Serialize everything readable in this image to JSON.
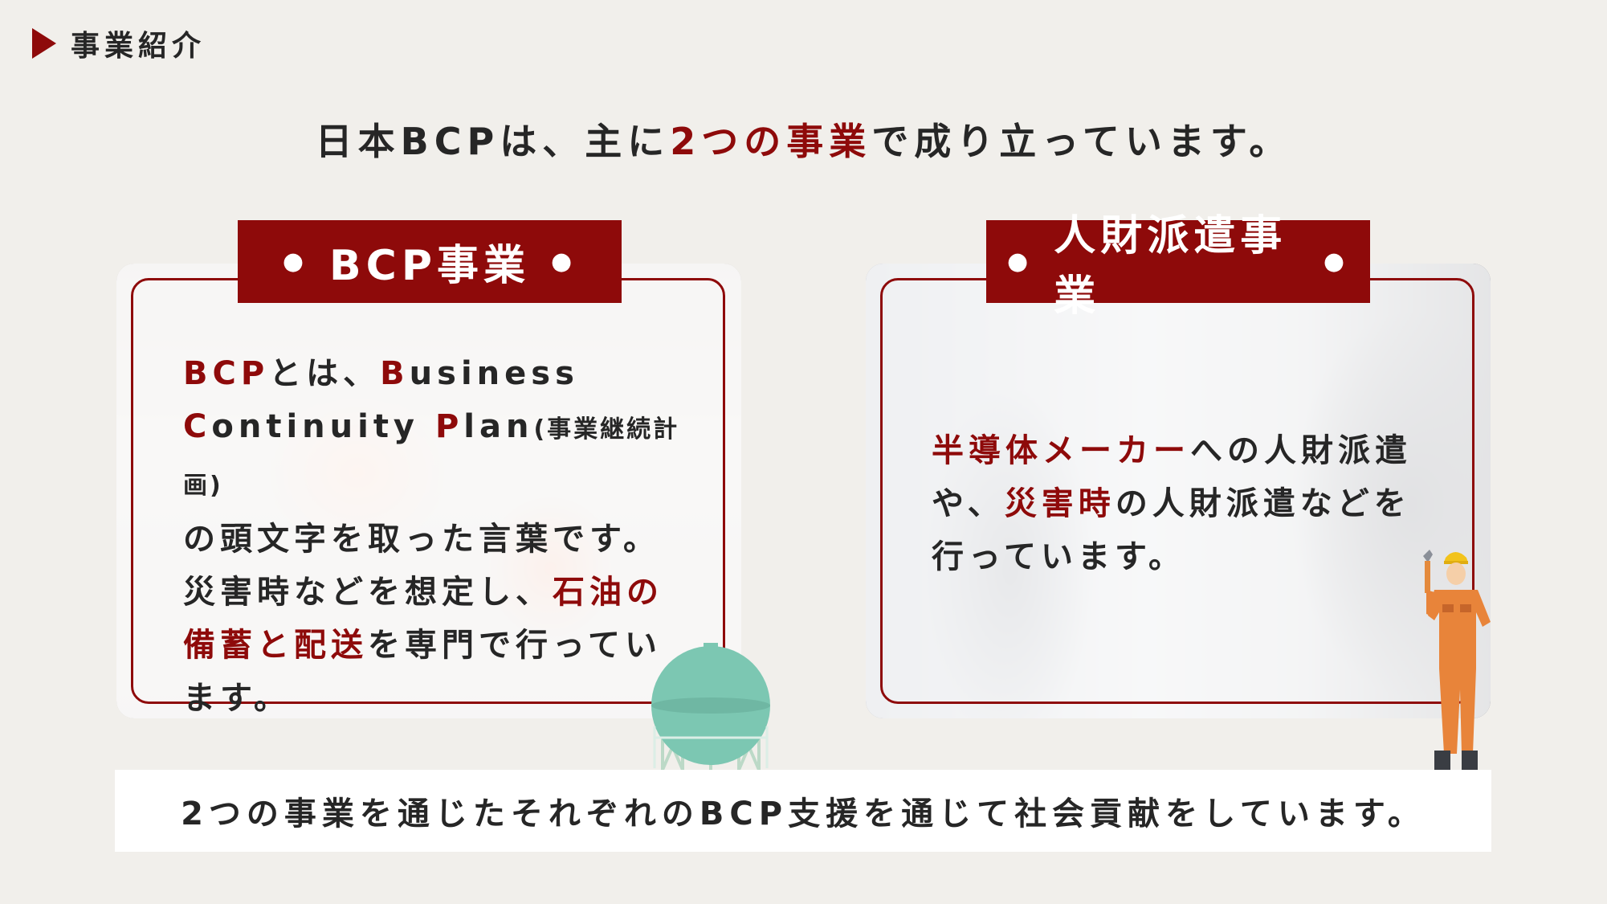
{
  "section_header": {
    "label": "事業紹介"
  },
  "headline": {
    "part1": "日本BCPは、主に",
    "highlight": "2つの事業",
    "part2": "で成り立っています。"
  },
  "cards": [
    {
      "title": "BCP事業",
      "lines": [
        [
          {
            "text": "BCP",
            "em": true
          },
          {
            "text": "とは、"
          },
          {
            "text": "B",
            "em": true
          },
          {
            "text": "usiness"
          }
        ],
        [
          {
            "text": "C",
            "em": true
          },
          {
            "text": "ontinuity "
          },
          {
            "text": "P",
            "em": true
          },
          {
            "text": "lan"
          },
          {
            "text": "(事業継続計画)",
            "small": true
          }
        ],
        [
          {
            "text": "の頭文字を取った言葉です。"
          }
        ],
        [
          {
            "text": "災害時などを想定し、"
          },
          {
            "text": "石油の",
            "em": true
          }
        ],
        [
          {
            "text": "備蓄と配送",
            "em": true
          },
          {
            "text": "を専門で行ってい"
          }
        ],
        [
          {
            "text": "ます。"
          }
        ]
      ]
    },
    {
      "title": "人財派遣事業",
      "lines": [
        [
          {
            "text": "半導体メーカー",
            "em": true
          },
          {
            "text": "への人財派遣"
          }
        ],
        [
          {
            "text": "や、"
          },
          {
            "text": "災害時",
            "em": true
          },
          {
            "text": "の人財派遣などを"
          }
        ],
        [
          {
            "text": "行っています。"
          }
        ]
      ]
    }
  ],
  "banner": {
    "text": "2つの事業を通じたそれぞれのBCP支援を通じて社会貢献をしています。"
  },
  "illustrations": {
    "left": "gas-storage-tank",
    "right": "worker-with-wrench"
  },
  "colors": {
    "accent": "#8e0a0a",
    "background": "#f1efeb",
    "text": "#262626"
  }
}
